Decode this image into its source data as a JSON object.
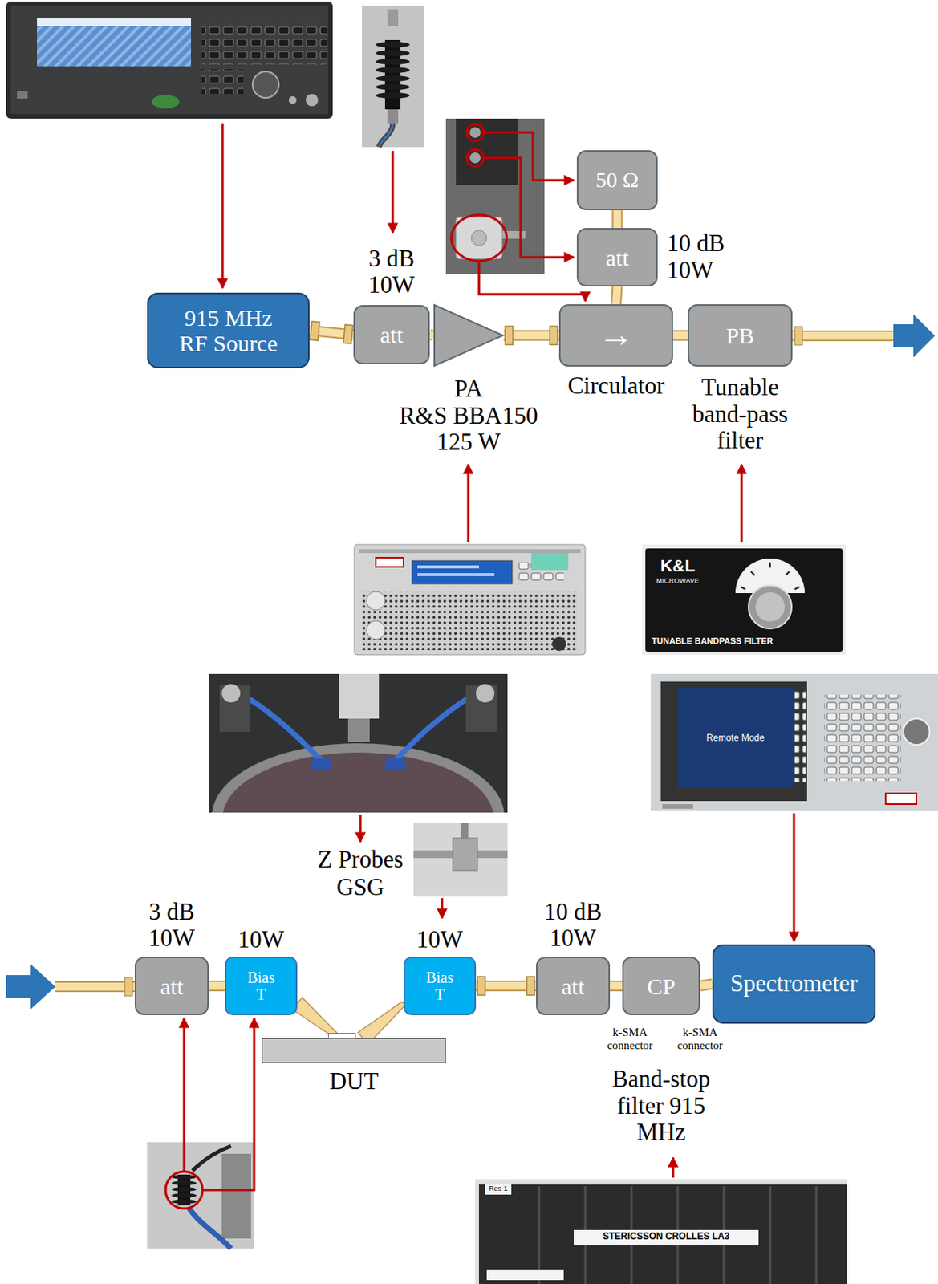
{
  "diagram": {
    "nodes": [
      {
        "text": [
          "915 MHz RF Source"
        ]
      },
      {
        "text": [
          "3 dB 10W",
          "att"
        ]
      },
      {
        "text": [
          "PA",
          "R&S BBA150 125 W"
        ]
      },
      {
        "text": [
          "→",
          "Circulator"
        ]
      },
      {
        "text": [
          "att",
          "10 dB 10W"
        ]
      },
      {
        "text": [
          "50 Ω"
        ]
      },
      {
        "text": [
          "PB",
          "Tunable band-pass filter"
        ]
      },
      {
        "text": [
          "3 dB 10W",
          "att"
        ]
      },
      {
        "text": [
          "10W",
          "Bias T"
        ]
      },
      {
        "text": [
          "10W",
          "Bias T"
        ]
      },
      {
        "text": [
          "DUT"
        ]
      },
      {
        "text": [
          "10 dB 10W",
          "att"
        ]
      },
      {
        "text": [
          "CP",
          "Band-stop filter 915 MHz"
        ]
      },
      {
        "text": [
          "Spectrometer"
        ]
      }
    ],
    "edges": [
      {
        "from": 0,
        "to": 1,
        "arrow": "none"
      },
      {
        "from": 1,
        "to": 2,
        "arrow": "none"
      },
      {
        "from": 2,
        "to": 3,
        "arrow": "none"
      },
      {
        "from": 3,
        "to": 4,
        "arrow": "none"
      },
      {
        "from": 4,
        "to": 5,
        "arrow": "none"
      },
      {
        "from": 3,
        "to": 6,
        "arrow": "none"
      },
      {
        "from": 7,
        "to": 8,
        "arrow": "none"
      },
      {
        "from": 8,
        "to": 10,
        "arrow": "none"
      },
      {
        "from": 10,
        "to": 9,
        "arrow": "none"
      },
      {
        "from": 9,
        "to": 11,
        "arrow": "none"
      },
      {
        "from": 11,
        "to": 12,
        "arrow": "none"
      },
      {
        "from": 12,
        "to": 13,
        "arrow": "none"
      }
    ],
    "labels": [
      "Z Probes GSG",
      "k-SMA connector",
      "k-SMA connector",
      "K&L",
      "MICROWAVE",
      "TUNABLE BANDPASS FILTER",
      "Remote Mode",
      "Res-1",
      "STERICSSON CROLLES LA3"
    ]
  }
}
